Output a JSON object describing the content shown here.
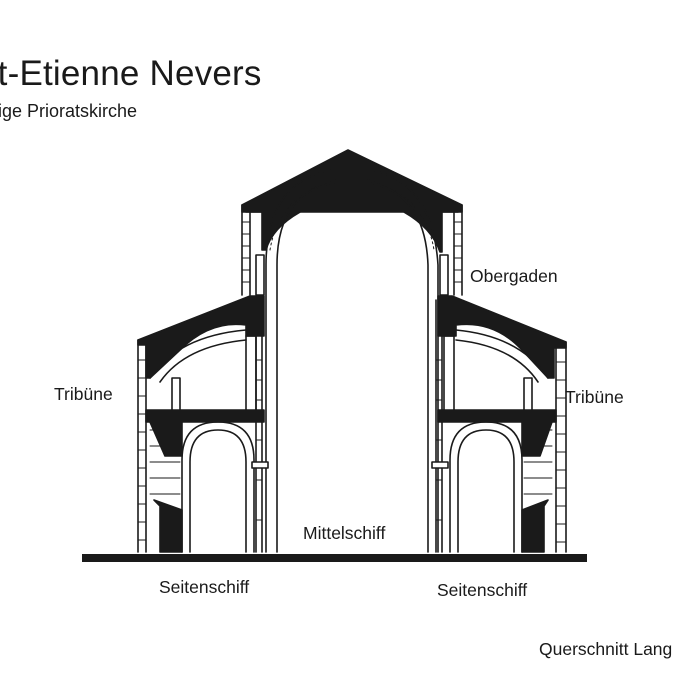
{
  "title": "nt-Etienne Nevers",
  "subtitle": "lige Prioratskirche",
  "labels": {
    "obergaden": "Obergaden",
    "tribune_left": "Tribüne",
    "tribune_right": "Tribüne",
    "mittelschiff": "Mittelschiff",
    "seitenschiff_left": "Seitenschiff",
    "seitenschiff_right": "Seitenschiff",
    "caption": "Querschnitt Lang"
  },
  "colors": {
    "ink": "#1a1a1a",
    "paper": "#ffffff"
  }
}
